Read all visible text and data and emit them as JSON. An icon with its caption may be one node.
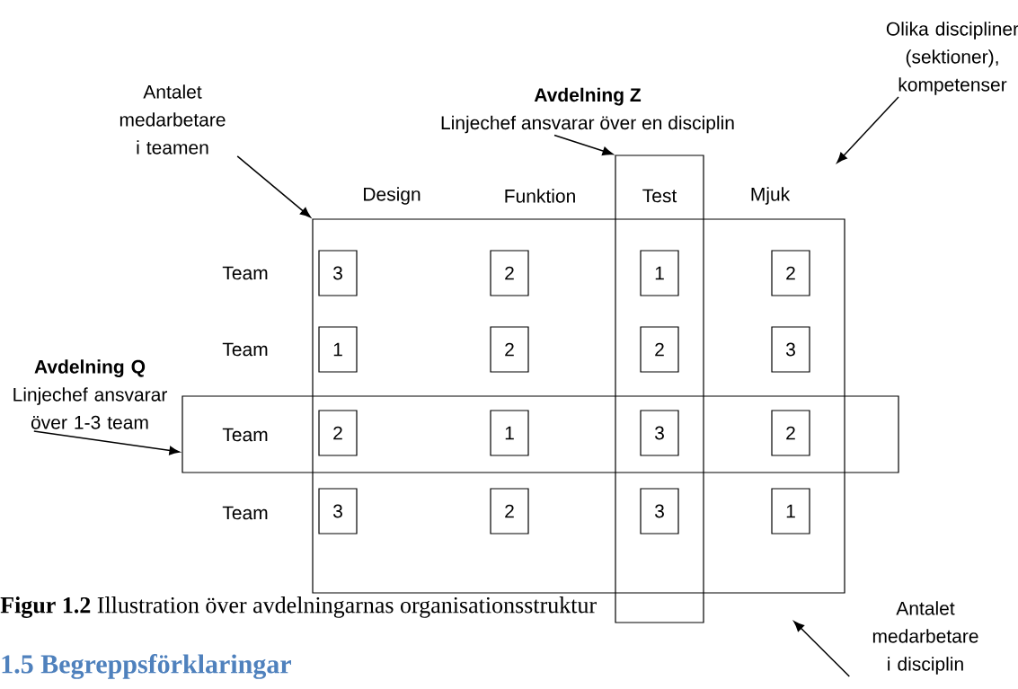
{
  "diagram": {
    "caption": "**Figur 1.2** Illustration över avdelningarnas organisationsstruktur",
    "nodes": [
      {
        "text": [],
        "shape": "box"
      },
      {
        "text": [
          "Test"
        ]
      },
      {
        "text": [
          "Team"
        ]
      },
      {
        "text": [
          "3"
        ],
        "in": 0
      },
      {
        "text": [
          "2"
        ],
        "in": 0
      },
      {
        "text": [
          "1"
        ],
        "in": 1
      },
      {
        "text": [
          "2"
        ],
        "in": 0
      },
      {
        "text": [
          "1"
        ],
        "in": 0
      },
      {
        "text": [
          "2"
        ],
        "in": 0
      },
      {
        "text": [
          "2"
        ],
        "in": 1
      },
      {
        "text": [
          "3"
        ],
        "in": 0
      },
      {
        "text": [
          "2"
        ]
      },
      {
        "text": [
          "1"
        ]
      },
      {
        "text": [
          "3"
        ]
      },
      {
        "text": [
          "2"
        ]
      },
      {
        "text": [
          "3"
        ],
        "in": 0
      },
      {
        "text": [
          "2"
        ],
        "in": 0
      },
      {
        "text": [
          "3"
        ],
        "in": 1
      },
      {
        "text": [
          "1"
        ],
        "in": 0
      },
      {
        "text": [
          "Antalet medarbetare i teamen"
        ]
      },
      {
        "text": [
          "Avdelning Z",
          "Linjechef ansvarar över en disciplin"
        ]
      },
      {
        "text": [
          "Olika discipliner (sektioner), kompetenser"
        ]
      },
      {
        "text": [
          "Avdelning Q",
          "Linjechef ansvarar över 1-3 team"
        ]
      },
      {
        "text": [
          "Antalet medarbetare i disciplin"
        ]
      }
    ],
    "edges": [
      {
        "from": 19,
        "to": 0,
        "arrow": "to"
      },
      {
        "from": 20,
        "to": 1,
        "arrow": "to"
      },
      {
        "from": 21,
        "to": null,
        "arrow": "to"
      },
      {
        "from": 22,
        "to": 2,
        "arrow": "to"
      },
      {
        "from": 23,
        "to": null,
        "arrow": "to"
      }
    ],
    "labels": [
      "Design",
      "Funktion",
      "Mjuk",
      "Team",
      "Team",
      "Team",
      "1.5 Begreppsförklaringar"
    ]
  }
}
